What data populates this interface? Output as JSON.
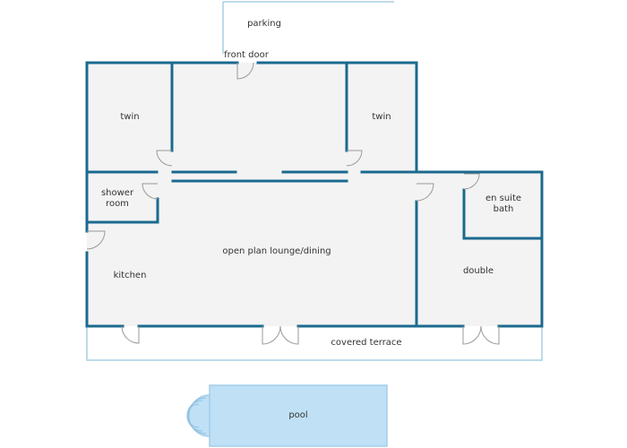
{
  "labels": {
    "parking": "parking",
    "front_door": "front door",
    "twin_left": "twin",
    "twin_right": "twin",
    "shower_room": "shower\nroom",
    "en_suite_bath": "en suite\nbath",
    "open_plan": "open plan lounge/dining",
    "kitchen": "kitchen",
    "double": "double",
    "covered_terrace": "covered terrace",
    "pool": "pool"
  },
  "colors": {
    "wall": "#1b6a8f",
    "floor": "#f3f3f3",
    "outline_light": "#a7cfe4",
    "pool_fill": "#bfe0f5",
    "pool_edge": "#a4cde8",
    "door": "#999999",
    "text": "#333333"
  }
}
